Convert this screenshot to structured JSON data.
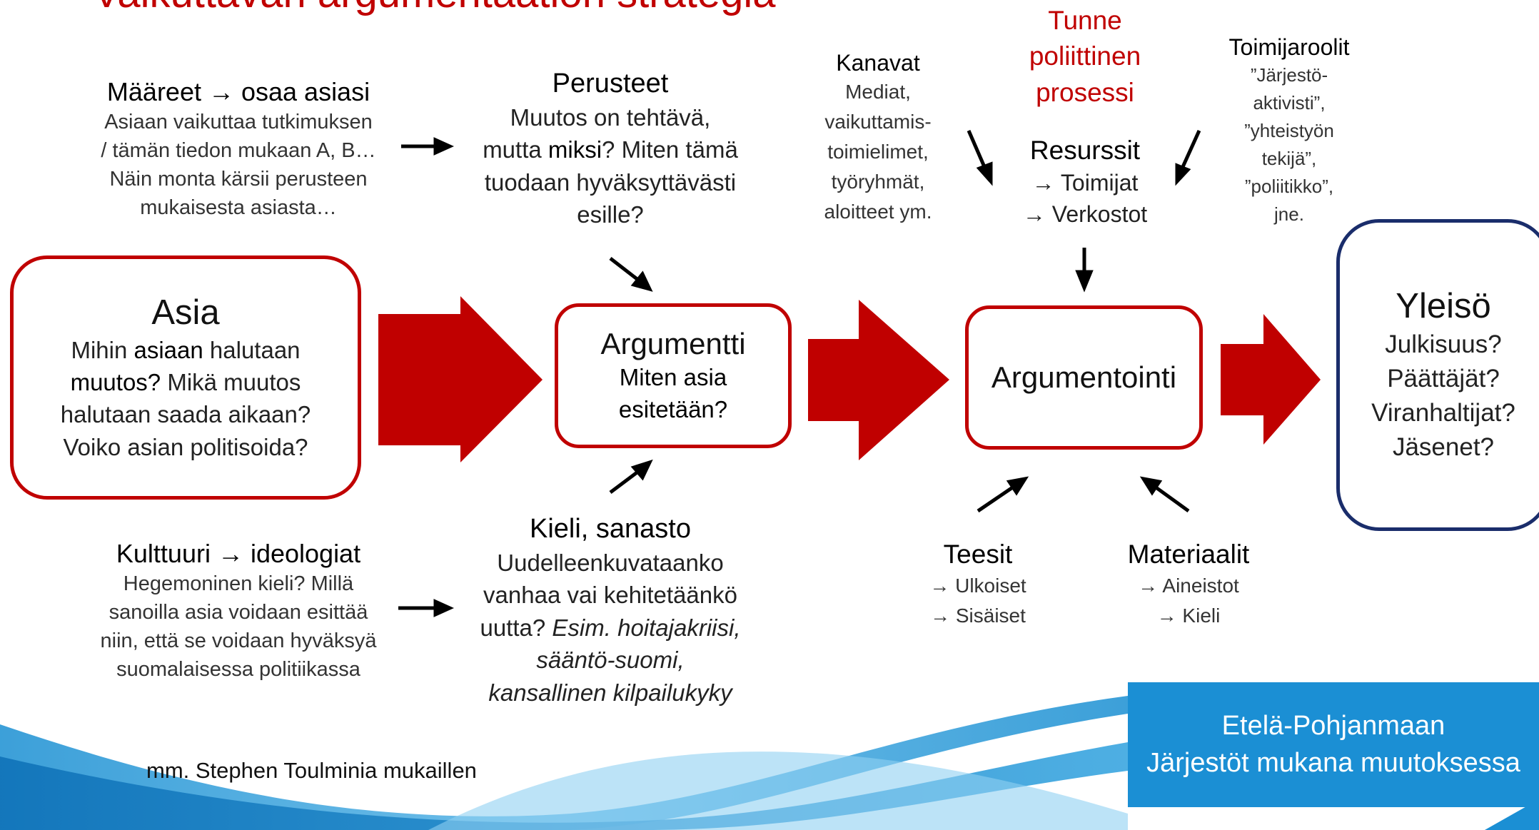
{
  "title": "Vaikuttavan argumentaation strategia",
  "asia": {
    "title": "Asia",
    "lines": [
      "Mihin asiaan halutaan",
      "muutos? Mikä muutos",
      "halutaan saada aikaan?",
      "Voiko asian politisoida?"
    ],
    "l1_a": "Mihin ",
    "l1_b": "asiaan",
    "l1_c": " halutaan",
    "l2_a": "muutos?",
    "l2_b": " Mikä muutos",
    "l3": "halutaan saada aikaan?",
    "l4": "Voiko asian politisoida?"
  },
  "argumentti": {
    "title": "Argumentti",
    "l1": "Miten asia",
    "l2": "esitetään?"
  },
  "argumentointi": {
    "title": "Argumentointi"
  },
  "yleiso": {
    "title": "Yleisö",
    "l1": "Julkisuus?",
    "l2": "Päättäjät?",
    "l3": "Viranhaltijat?",
    "l4": "Jäsenet?"
  },
  "maareet": {
    "head": "Määreet → osaa asiasi",
    "l1": "Asiaan vaikuttaa tutkimuksen",
    "l2": "/ tämän tiedon mukaan A, B…",
    "l3": "Näin monta kärsii perusteen",
    "l4": "mukaisesta asiasta…"
  },
  "perusteet": {
    "head": "Perusteet",
    "l1": "Muutos on tehtävä,",
    "l2_a": "mutta ",
    "l2_b": "miksi",
    "l2_c": "? Miten tämä",
    "l3": "tuodaan hyväksyttävästi",
    "l4": "esille?"
  },
  "kanavat": {
    "head": "Kanavat",
    "l1": "Mediat,",
    "l2": "vaikuttamis-",
    "l3": "toimielimet,",
    "l4": "työryhmät,",
    "l5": "aloitteet ym."
  },
  "tunne": {
    "l1": "Tunne",
    "l2": "poliittinen",
    "l3": "prosessi"
  },
  "resurssit": {
    "head": "Resurssit",
    "l1": "→ Toimijat",
    "l2": "→ Verkostot"
  },
  "toimijaroolit": {
    "head": "Toimijaroolit",
    "l1": "”Järjestö-",
    "l2": "aktivisti”,",
    "l3": "”yhteistyön",
    "l4": "tekijä”,",
    "l5": "”poliitikko”,",
    "l6": "jne."
  },
  "kulttuuri": {
    "head": "Kulttuuri → ideologiat",
    "l1": "Hegemoninen kieli? Millä",
    "l2": "sanoilla asia voidaan esittää",
    "l3": "niin, että se voidaan hyväksyä",
    "l4": "suomalaisessa politiikassa"
  },
  "kieli": {
    "head": "Kieli, sanasto",
    "l1": "Uudelleenkuvataanko",
    "l2": "vanhaa vai kehitetäänkö",
    "l3_a": "uutta? ",
    "l3_b": "Esim. hoitajakriisi,",
    "l4": "sääntö-suomi,",
    "l5": "kansallinen kilpailukyky"
  },
  "teesit": {
    "head": "Teesit",
    "l1": "→ Ulkoiset",
    "l2": "→ Sisäiset"
  },
  "materiaalit": {
    "head": "Materiaalit",
    "l1": "→ Aineistot",
    "l2": "→ Kieli"
  },
  "credit": "mm. Stephen Toulminia mukaillen",
  "logo": {
    "l1": "Etelä-Pohjanmaan",
    "l2": "Järjestöt mukana muutoksessa"
  },
  "colors": {
    "red": "#c00000",
    "navy": "#1a2d6b",
    "brand_blue": "#1b8fd4"
  }
}
